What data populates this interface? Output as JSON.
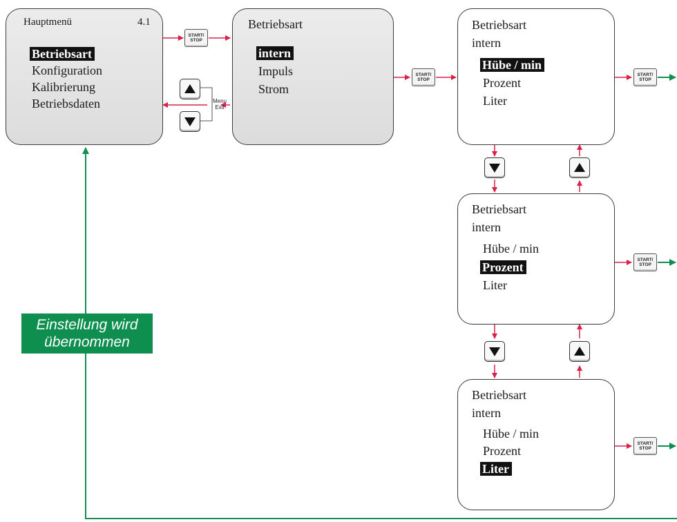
{
  "colors": {
    "red_arrow": "#d9204a",
    "green_arrow": "#0f8f4f",
    "highlight": "#111111"
  },
  "main_menu": {
    "title": "Hauptmenü",
    "number": "4.1",
    "items": [
      "Betriebsart",
      "Konfiguration",
      "Kalibrierung",
      "Betriebsdaten"
    ],
    "selected_index": 0
  },
  "betriebsart_screen": {
    "title": "Betriebsart",
    "items": [
      "intern",
      "Impuls",
      "Strom"
    ],
    "selected_index": 0
  },
  "intern_screens": [
    {
      "title": "Betriebsart",
      "subtitle": "intern",
      "items": [
        "Hübe / min",
        "Prozent",
        "Liter"
      ],
      "selected_index": 0
    },
    {
      "title": "Betriebsart",
      "subtitle": "intern",
      "items": [
        "Hübe / min",
        "Prozent",
        "Liter"
      ],
      "selected_index": 1
    },
    {
      "title": "Betriebsart",
      "subtitle": "intern",
      "items": [
        "Hübe / min",
        "Prozent",
        "Liter"
      ],
      "selected_index": 2
    }
  ],
  "buttons": {
    "start_stop_line1": "START/",
    "start_stop_line2": "STOP",
    "menu_exit_line1": "Menu",
    "menu_exit_line2": "Exit",
    "up_icon": "up-triangle-icon",
    "down_icon": "down-triangle-icon"
  },
  "confirmation_label": {
    "line1": "Einstellung wird",
    "line2": "übernommen"
  }
}
